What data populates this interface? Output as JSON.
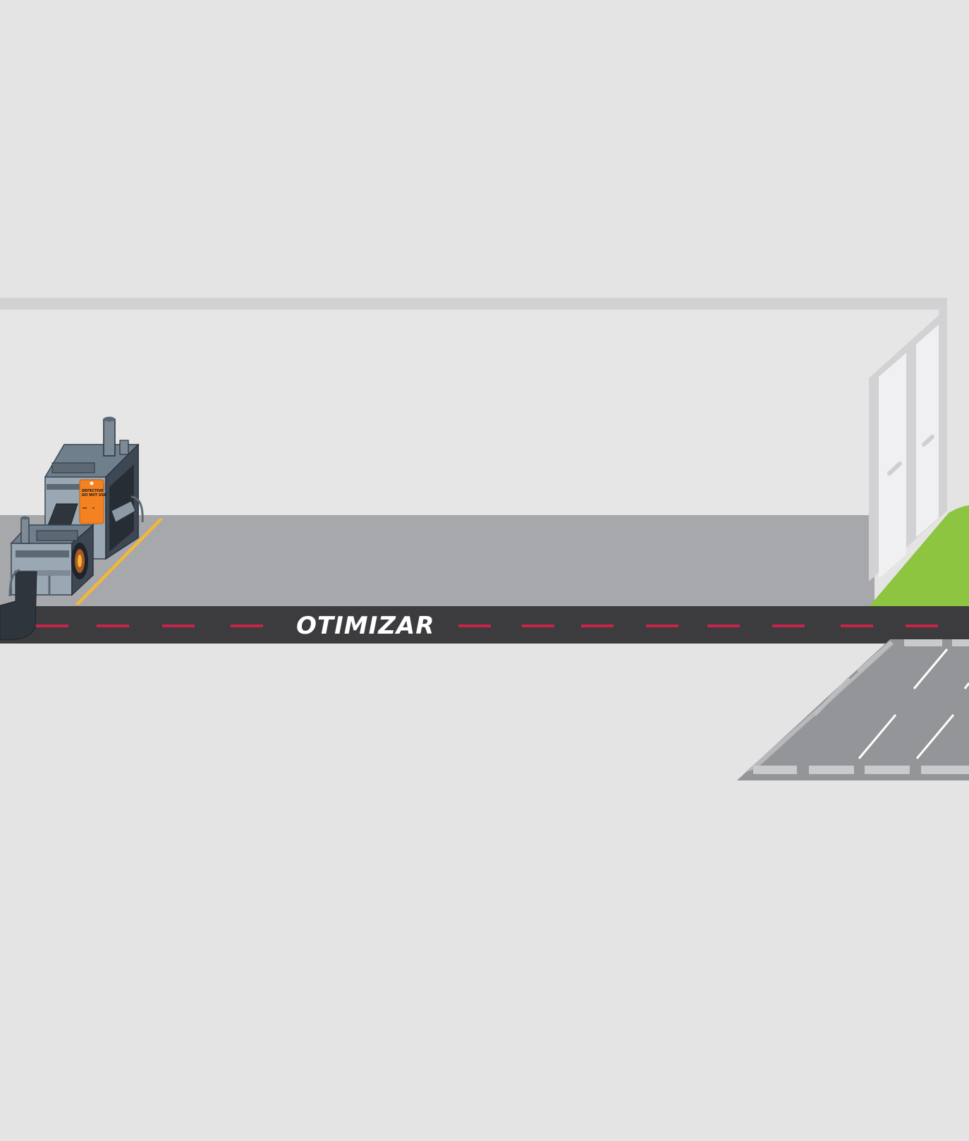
{
  "road": {
    "label": "OTIMIZAR"
  },
  "machine_tag": {
    "line1": "DEFECTIVE",
    "line2": "DO NOT USE"
  },
  "colors": {
    "background": "#e4e4e4",
    "floor": "#a7a8ab",
    "road": "#3c3c3e",
    "road_dashes": "#c8234a",
    "grass": "#8dc440",
    "safety_line": "#f7b733",
    "tag": "#f58220",
    "frame": "#d2d2d5",
    "parking": "#949598"
  },
  "icons": [
    "machine-icon",
    "door-icon",
    "parking-lot-icon",
    "warning-tag-icon"
  ]
}
